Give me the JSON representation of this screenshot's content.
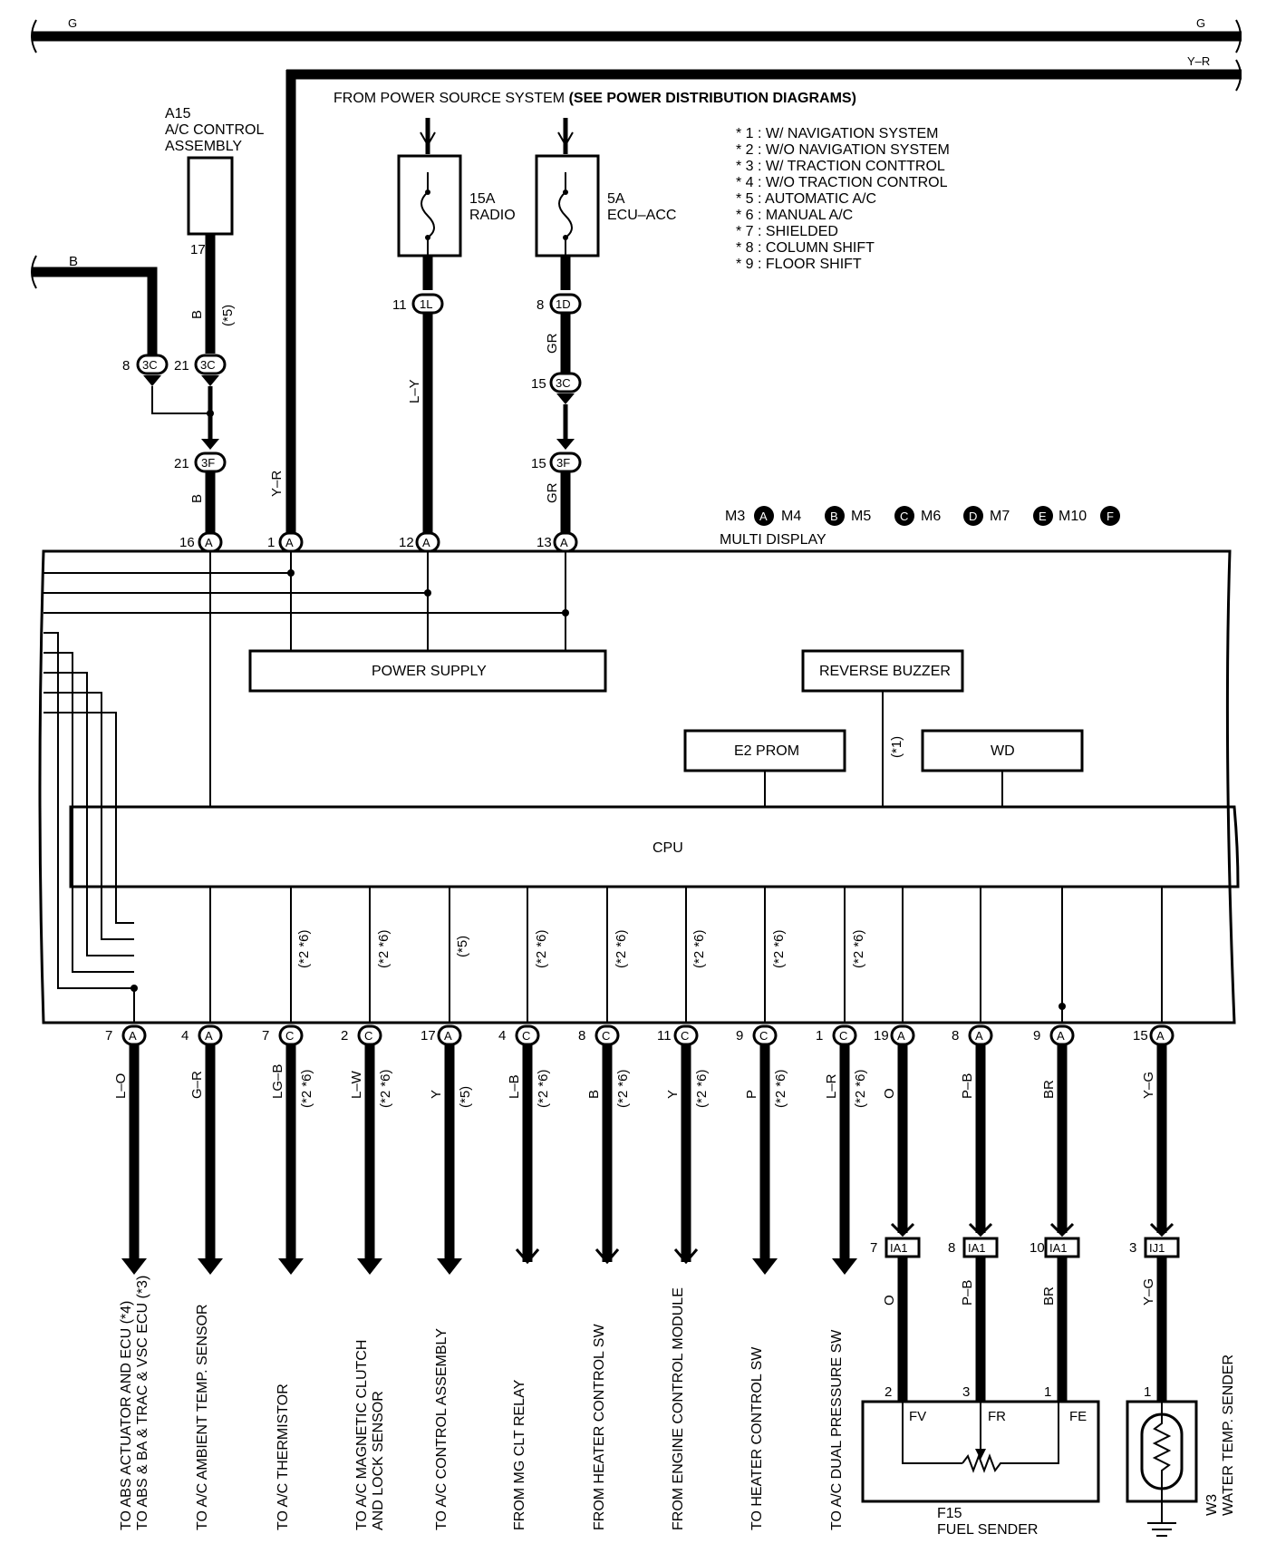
{
  "bus_top": {
    "left_label": "G",
    "right_label": "G"
  },
  "bus_yr": {
    "right_label": "Y–R"
  },
  "power_source_note": {
    "prefix": "FROM POWER SOURCE SYSTEM ",
    "bold": "(SEE POWER DISTRIBUTION DIAGRAMS)"
  },
  "notes": [
    "* 1 : W/ NAVIGATION SYSTEM",
    "* 2 : W/O NAVIGATION SYSTEM",
    "* 3 : W/ TRACTION CONTTROL",
    "* 4 : W/O TRACTION CONTROL",
    "* 5 : AUTOMATIC A/C",
    "* 6 : MANUAL A/C",
    "* 7 : SHIELDED",
    "* 8 : COLUMN SHIFT",
    "* 9 : FLOOR SHIFT"
  ],
  "ac_assembly": {
    "code": "A15",
    "line1": "A/C CONTROL",
    "line2": "ASSEMBLY",
    "pin": "17",
    "wire": "B",
    "note": "(*5)"
  },
  "fuses": [
    {
      "amp": "15A",
      "name": "RADIO",
      "pin": "11",
      "conn": "1L",
      "wire": "L–Y"
    },
    {
      "amp": "5A",
      "name": "ECU–ACC",
      "pin": "8",
      "conn": "1D",
      "wire": "GR"
    }
  ],
  "left_b_wire": {
    "label": "B"
  },
  "joints": [
    {
      "pin": "8",
      "conn": "3C"
    },
    {
      "pin": "21",
      "conn": "3C"
    },
    {
      "pin": "15",
      "conn": "3C"
    },
    {
      "pin": "21",
      "conn": "3F"
    },
    {
      "pin": "15",
      "conn": "3F"
    }
  ],
  "wire_b_lower": "B",
  "wire_gr_lower": "GR",
  "wire_yr": "Y–R",
  "top_pins": [
    {
      "pin": "16",
      "conn": "A"
    },
    {
      "pin": "1",
      "conn": "A"
    },
    {
      "pin": "12",
      "conn": "A"
    },
    {
      "pin": "13",
      "conn": "A"
    }
  ],
  "connector_legend": [
    {
      "code": "M3",
      "letter": "A"
    },
    {
      "code": "M4",
      "letter": "B"
    },
    {
      "code": "M5",
      "letter": "C"
    },
    {
      "code": "M6",
      "letter": "D"
    },
    {
      "code": "M7",
      "letter": "E"
    },
    {
      "code": "M10",
      "letter": "F"
    }
  ],
  "multi_display": "MULTI DISPLAY",
  "blocks": {
    "power_supply": "POWER SUPPLY",
    "reverse_buzzer": "REVERSE BUZZER",
    "e2prom": "E2 PROM",
    "wd": "WD",
    "cpu": "CPU",
    "buzzer_note": "(*1)"
  },
  "inner_notes": [
    "(*2 *6)",
    "(*2 *6)",
    "(*5)",
    "(*2 *6)",
    "(*2 *6)",
    "(*2 *6)",
    "(*2 *6)",
    "(*2 *6)"
  ],
  "bottom_pins": [
    {
      "pin": "7",
      "conn": "A",
      "wire": "L–O",
      "note": "",
      "dest1": "TO ABS ACTUATOR AND ECU (*4)",
      "dest2": "TO ABS & BA & TRAC & VSC ECU (*3)"
    },
    {
      "pin": "4",
      "conn": "A",
      "wire": "G–R",
      "note": "",
      "dest1": "TO A/C AMBIENT TEMP. SENSOR",
      "dest2": ""
    },
    {
      "pin": "7",
      "conn": "C",
      "wire": "LG–B",
      "note": "(*2 *6)",
      "dest1": "TO A/C THERMISTOR",
      "dest2": ""
    },
    {
      "pin": "2",
      "conn": "C",
      "wire": "L–W",
      "note": "(*2 *6)",
      "dest1": "TO A/C MAGNETIC CLUTCH",
      "dest2": "AND LOCK SENSOR"
    },
    {
      "pin": "17",
      "conn": "A",
      "wire": "Y",
      "note": "(*5)",
      "dest1": "TO A/C CONTROL ASSEMBLY",
      "dest2": ""
    },
    {
      "pin": "4",
      "conn": "C",
      "wire": "L–B",
      "note": "(*2 *6)",
      "dest1": "FROM MG CLT RELAY",
      "dest2": ""
    },
    {
      "pin": "8",
      "conn": "C",
      "wire": "B",
      "note": "(*2 *6)",
      "dest1": "FROM HEATER CONTROL SW",
      "dest2": ""
    },
    {
      "pin": "11",
      "conn": "C",
      "wire": "Y",
      "note": "(*2 *6)",
      "dest1": "FROM ENGINE CONTROL MODULE",
      "dest2": ""
    },
    {
      "pin": "9",
      "conn": "C",
      "wire": "P",
      "note": "(*2 *6)",
      "dest1": "TO HEATER CONTROL SW",
      "dest2": ""
    },
    {
      "pin": "1",
      "conn": "C",
      "wire": "L–R",
      "note": "(*2 *6)",
      "dest1": "TO A/C DUAL PRESSURE SW",
      "dest2": ""
    },
    {
      "pin": "19",
      "conn": "A",
      "wire": "O",
      "note": "",
      "dest1": "",
      "dest2": ""
    },
    {
      "pin": "8",
      "conn": "A",
      "wire": "P–B",
      "note": "",
      "dest1": "",
      "dest2": ""
    },
    {
      "pin": "9",
      "conn": "A",
      "wire": "BR",
      "note": "",
      "dest1": "",
      "dest2": ""
    },
    {
      "pin": "15",
      "conn": "A",
      "wire": "Y–G",
      "note": "",
      "dest1": "",
      "dest2": ""
    }
  ],
  "ia_connectors": [
    {
      "pin": "7",
      "conn": "IA1",
      "wire": "O",
      "spin": "2",
      "term": "FV"
    },
    {
      "pin": "8",
      "conn": "IA1",
      "wire": "P–B",
      "spin": "3",
      "term": "FR"
    },
    {
      "pin": "10",
      "conn": "IA1",
      "wire": "BR",
      "spin": "1",
      "term": "FE"
    },
    {
      "pin": "3",
      "conn": "IJ1",
      "wire": "Y–G",
      "spin": "1",
      "term": ""
    }
  ],
  "fuel_sender": {
    "code": "F15",
    "name": "FUEL SENDER"
  },
  "water_sender": {
    "code": "W3",
    "name": "WATER TEMP.  SENDER"
  }
}
